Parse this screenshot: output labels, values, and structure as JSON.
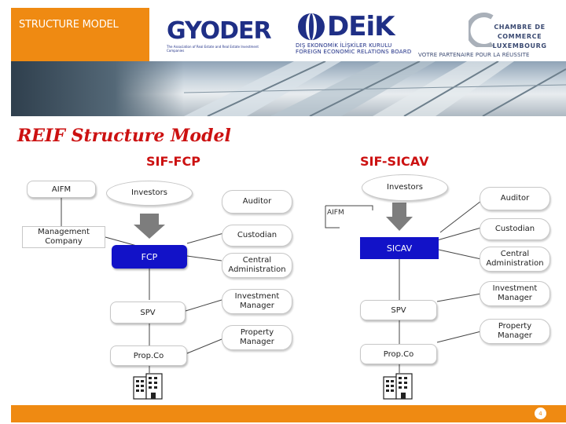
{
  "header": {
    "title": "STRUCTURE MODEL",
    "logos": {
      "gyoder": {
        "mark": "GYODER",
        "tagline": "The Association of Real Estate and Real Estate Investment Companies"
      },
      "deik": {
        "mark": "DEiK",
        "line1": "DIŞ EKONOMİK İLİŞKİLER KURULU",
        "line2": "FOREIGN ECONOMIC RELATIONS BOARD"
      },
      "chamber": {
        "line1": "CHAMBRE DE",
        "line2": "COMMERCE",
        "line3": "LUXEMBOURG",
        "tagline": "VOTRE PARTENAIRE POUR LA RÉUSSITE"
      }
    }
  },
  "main_title": "REIF Structure Model",
  "fcp": {
    "heading": "SIF-FCP",
    "aifm": "AIFM",
    "investors": "Investors",
    "management_company": "Management Company",
    "fcp": "FCP",
    "spv": "SPV",
    "propco": "Prop.Co",
    "auditor": "Auditor",
    "custodian": "Custodian",
    "central_admin": "Central Administration",
    "investment_manager": "Investment Manager",
    "property_manager": "Property Manager"
  },
  "sicav": {
    "heading": "SIF-SICAV",
    "investors": "Investors",
    "aifm_label": "AIFM",
    "sicav": "SICAV",
    "spv": "SPV",
    "propco": "Prop.Co",
    "auditor": "Auditor",
    "custodian": "Custodian",
    "central_admin": "Central Administration",
    "investment_manager": "Investment Manager",
    "property_manager": "Property Manager"
  },
  "footer": {
    "page_number": "4"
  },
  "colors": {
    "accent_orange": "#ef8a12",
    "title_red": "#cc1111",
    "box_blue": "#1212c8",
    "logo_navy": "#1f2f86"
  },
  "icons": [
    "building-icon",
    "building-icon"
  ]
}
